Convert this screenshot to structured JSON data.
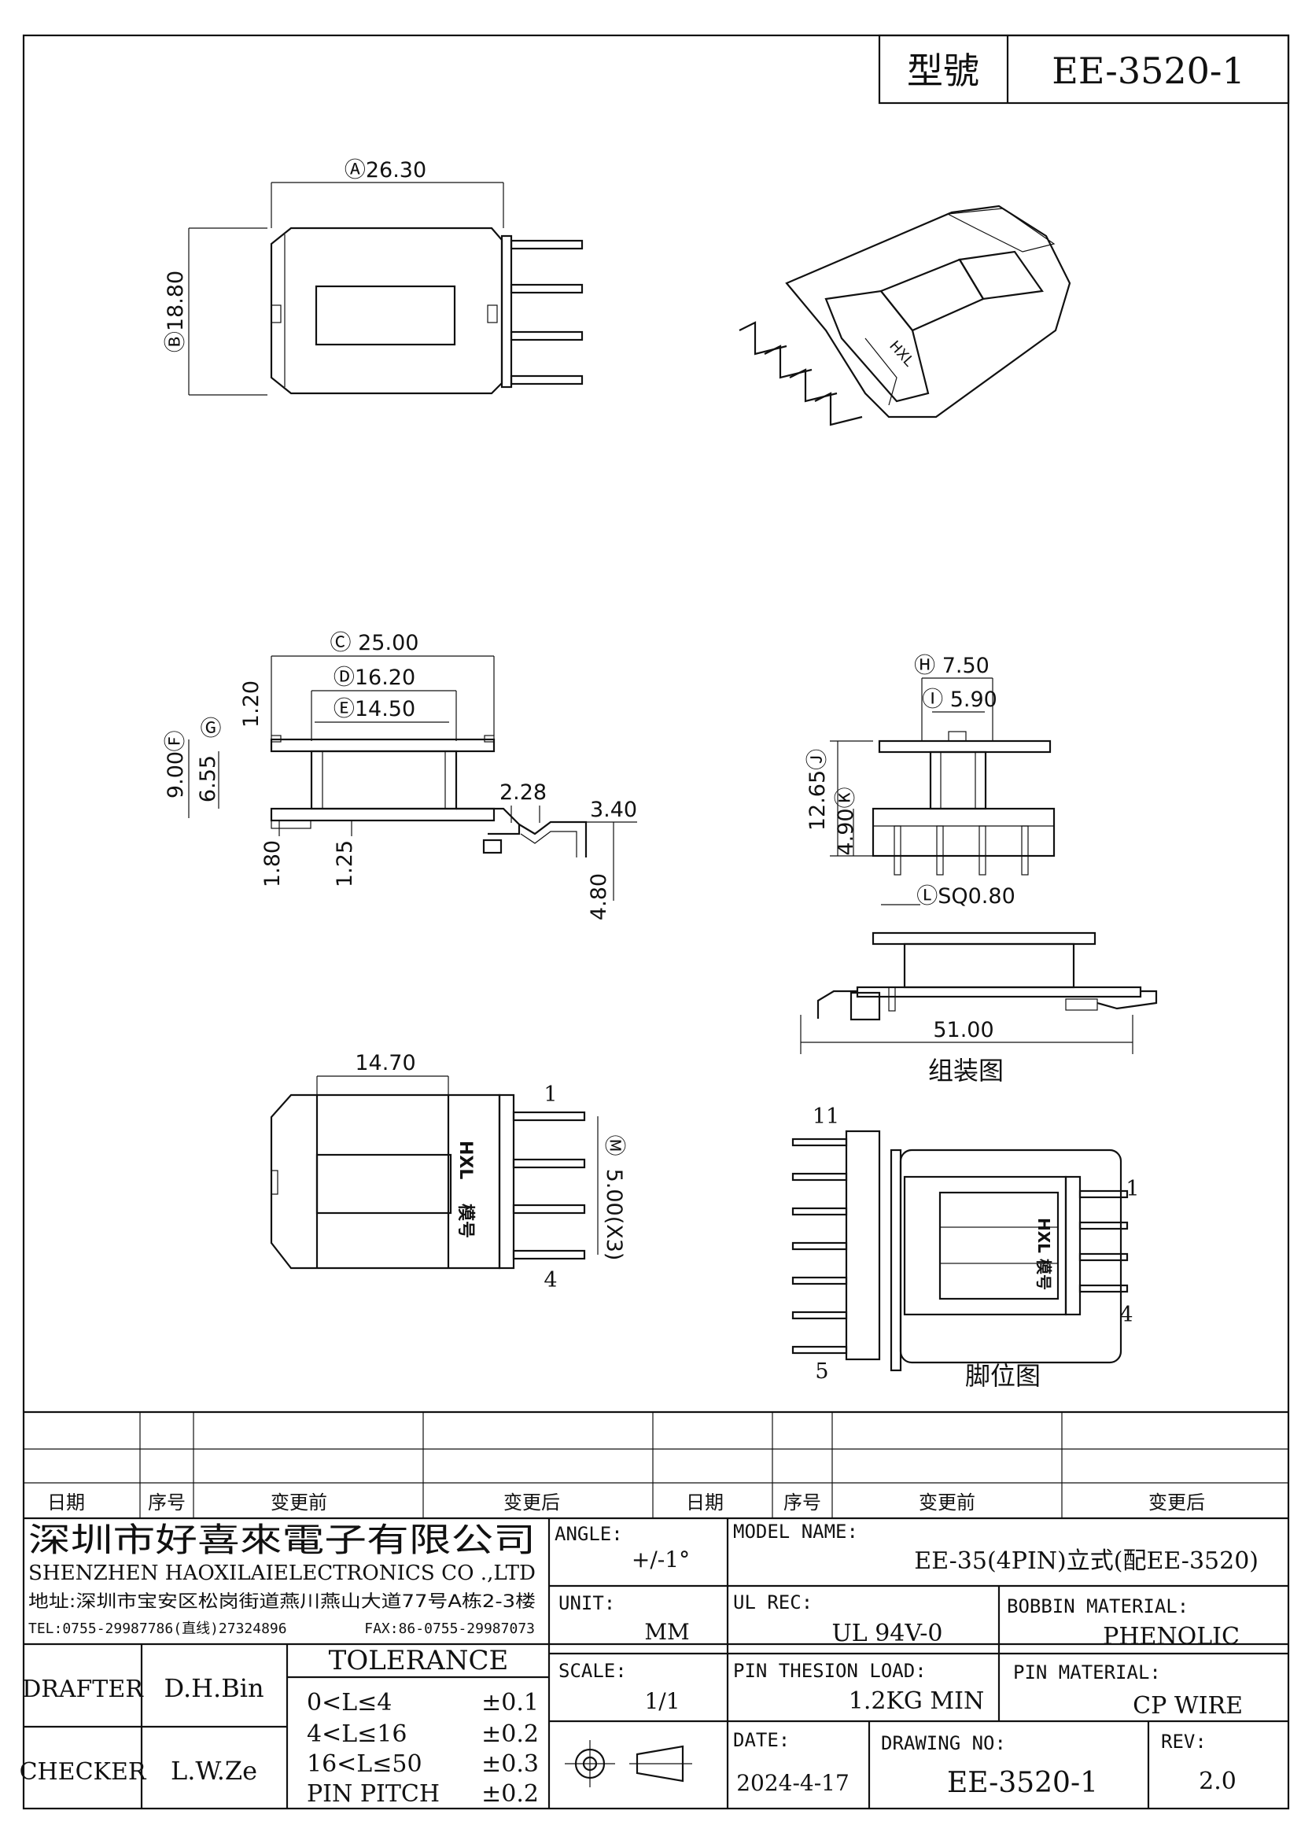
{
  "title_block": {
    "model_label": "型號",
    "model_value": "EE-3520-1"
  },
  "views": {
    "top": {
      "dim_a": "Ⓐ26.30",
      "dim_b": "Ⓑ18.80"
    },
    "front": {
      "dim_c": "Ⓒ 25.00",
      "dim_d": "Ⓓ16.20",
      "dim_e": "Ⓔ14.50",
      "dim_f": "Ⓕ",
      "dim_g": "Ⓖ",
      "dim_f_val": "9.00",
      "dim_g_val": "6.55",
      "dim_120": "1.20",
      "dim_180": "1.80",
      "dim_125": "1.25",
      "dim_228": "2.28",
      "dim_340": "3.40",
      "dim_480": "4.80"
    },
    "side": {
      "dim_h": "Ⓗ 7.50",
      "dim_i": "Ⓘ 5.90",
      "dim_j": "12.65Ⓙ",
      "dim_k": "4.90Ⓚ",
      "dim_l": "ⓁSQ0.80"
    },
    "assembly": {
      "dim": "51.00",
      "caption": "组装图"
    },
    "bottom": {
      "dim_w": "14.70",
      "pitch": "5.00(X3)",
      "pitch_mark": "Ⓜ",
      "pin_1": "1",
      "pin_4": "4",
      "mark_brand": "HXL",
      "mark_text": "模号"
    },
    "pinout": {
      "pin_11": "11",
      "pin_1": "1",
      "pin_4": "4",
      "pin_5": "5",
      "caption": "脚位图",
      "mark_brand": "HXL",
      "mark_text": "模号"
    }
  },
  "revision_table": {
    "headers": [
      "日期",
      "序号",
      "变更前",
      "变更后",
      "日期",
      "序号",
      "变更前",
      "变更后"
    ]
  },
  "company": {
    "name_cn": "深圳市好喜來電子有限公司",
    "name_en": "SHENZHEN HAOXILAIELECTRONICS CO .,LTD",
    "address": "地址:深圳市宝安区松岗街道燕川燕山大道77号A栋2-3楼",
    "tel": "TEL:0755-29987786(直线)27324896",
    "fax": "FAX:86-0755-29987073"
  },
  "people": {
    "drafter_label": "DRAFTER",
    "drafter_value": "D.H.Bin",
    "checker_label": "CHECKER",
    "checker_value": "L.W.Ze"
  },
  "tolerance": {
    "title": "TOLERANCE",
    "rows": [
      {
        "range": "0<L≤4",
        "tol": "±0.1"
      },
      {
        "range": "4<L≤16",
        "tol": "±0.2"
      },
      {
        "range": "16<L≤50",
        "tol": "±0.3"
      },
      {
        "range": "PIN PITCH",
        "tol": "±0.2"
      }
    ]
  },
  "specs": {
    "angle_label": "ANGLE:",
    "angle_value": "+/-1°",
    "unit_label": "UNIT:",
    "unit_value": "MM",
    "scale_label": "SCALE:",
    "scale_value": "1/1",
    "model_name_label": "MODEL NAME:",
    "model_name_value": "EE-35(4PIN)立式(配EE-3520)",
    "ul_label": "UL REC:",
    "ul_value": "UL 94V-0",
    "bobbin_label": "BOBBIN MATERIAL:",
    "bobbin_value": "PHENOLIC",
    "load_label": "PIN THESION LOAD:",
    "load_value": "1.2KG MIN",
    "pin_mat_label": "PIN MATERIAL:",
    "pin_mat_value": "CP  WIRE",
    "date_label": "DATE:",
    "date_value": "2024-4-17",
    "drawing_no_label": "DRAWING NO:",
    "drawing_no_value": "EE-3520-1",
    "rev_label": "REV:",
    "rev_value": "2.0"
  }
}
